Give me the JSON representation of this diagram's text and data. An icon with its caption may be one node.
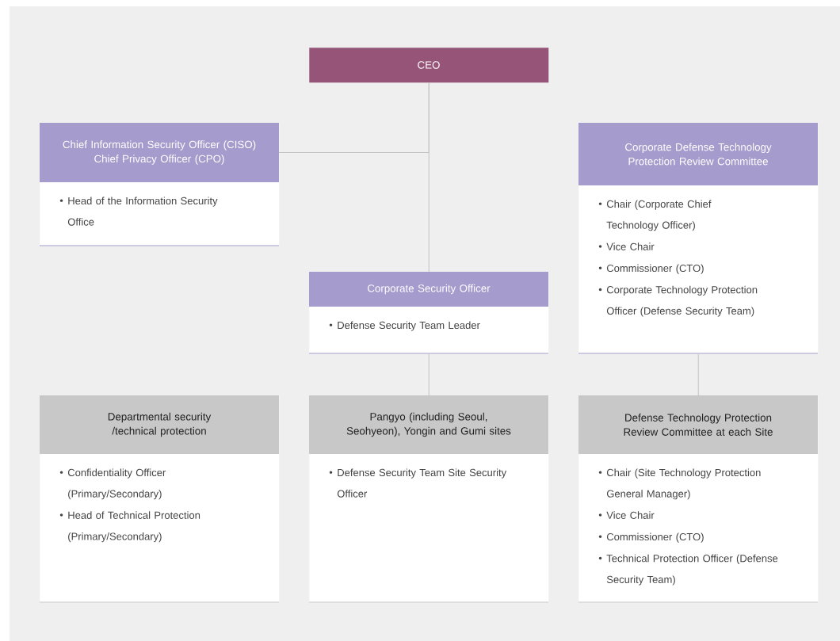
{
  "diagram": {
    "nodes": [
      {
        "text": [
          "CEO"
        ]
      },
      {
        "text": [
          "Chief Information Security Officer (CISO)",
          "Chief Privacy Officer (CPO)",
          "Head of the Information Security Office"
        ]
      },
      {
        "text": [
          "Corporate Defense Technology Protection Review Committee",
          "Chair (Corporate Chief Technology Officer)",
          "Vice Chair",
          "Commissioner (CTO)",
          "Corporate Technology Protection Officer (Defense Security Team)"
        ]
      },
      {
        "text": [
          "Corporate Security Officer",
          "Defense Security Team Leader"
        ]
      },
      {
        "text": [
          "Departmental security /technical protection",
          "Confidentiality Officer (Primary/Secondary)",
          "Head of Technical Protection (Primary/Secondary)"
        ]
      },
      {
        "text": [
          "Pangyo (including Seoul, Seohyeon), Yongin and Gumi sites",
          "Defense Security Team Site Security Officer"
        ]
      },
      {
        "text": [
          "Defense Technology Protection Review Committee at each Site",
          "Chair (Site Technology Protection General Manager)",
          "Vice Chair",
          "Commissioner (CTO)",
          "Technical Protection Officer (Defense Security Team)"
        ]
      }
    ],
    "edges": [
      {
        "from": 0,
        "to": 1,
        "arrow": "none"
      },
      {
        "from": 0,
        "to": 3,
        "arrow": "none"
      },
      {
        "from": 3,
        "to": 5,
        "arrow": "none"
      },
      {
        "from": 2,
        "to": 6,
        "arrow": "none"
      }
    ]
  }
}
